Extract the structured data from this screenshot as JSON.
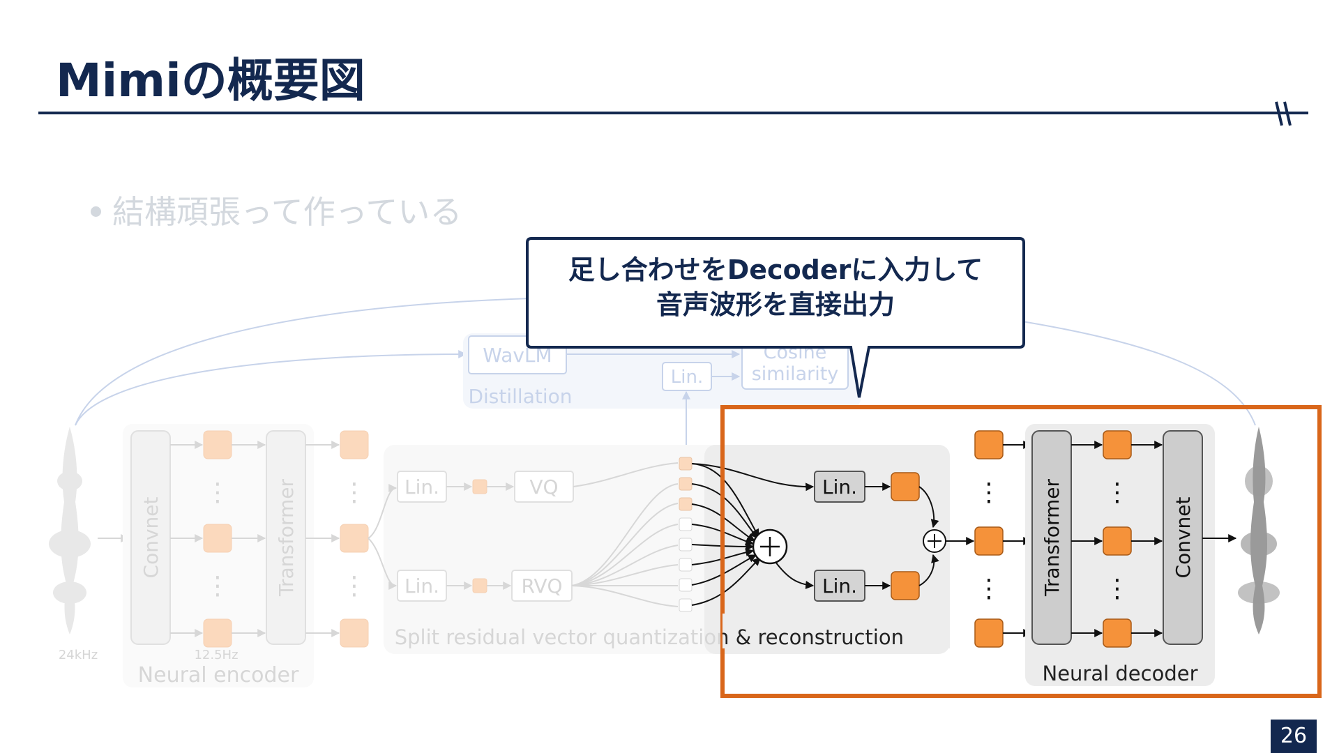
{
  "slide": {
    "title": "Mimiの概要図",
    "bullet": "結構頑張って作っている",
    "page_number": "26"
  },
  "callout": {
    "line1": "足し合わせをDecoderに入力して",
    "line2": "音声波形を直接出力"
  },
  "diagram": {
    "labels": {
      "wavlm": "WavLM",
      "distillation": "Distillation",
      "cosine_line1": "Cosine",
      "cosine_line2": "similarity",
      "lin": "Lin.",
      "convnet": "Convnet",
      "transformer": "Transformer",
      "vq": "VQ",
      "rvq": "RVQ",
      "quantization_caption": "Split residual vector quantization & reconstruction",
      "neural_encoder": "Neural encoder",
      "neural_decoder": "Neural decoder",
      "input_rate": "24kHz",
      "frame_rate": "12.5Hz",
      "ellipsis": "⋮",
      "plus": "+"
    },
    "colors": {
      "token_orange": "#f5923a",
      "token_faded": "#fbd9bd",
      "highlight_border": "#d9661a",
      "callout_border": "#13284f",
      "title_navy": "#13284f"
    }
  }
}
